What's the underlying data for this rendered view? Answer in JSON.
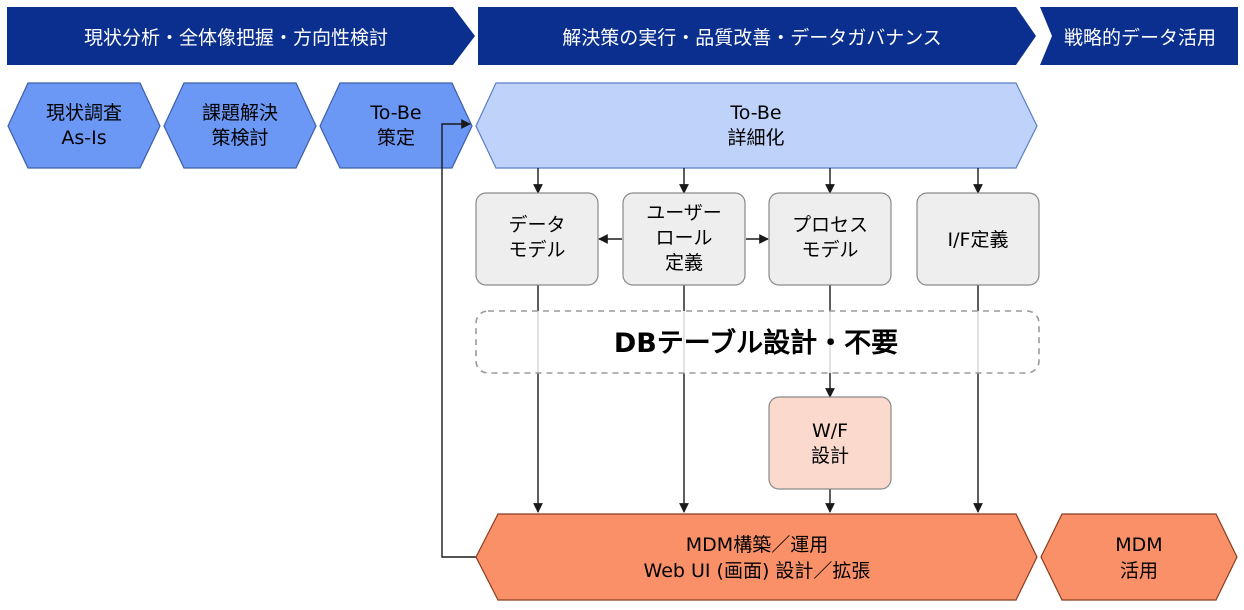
{
  "phases": [
    {
      "id": "phase-1",
      "label": "現状分析・全体像把握・方向性検討"
    },
    {
      "id": "phase-2",
      "label": "解決策の実行・品質改善・データガバナンス"
    },
    {
      "id": "phase-3",
      "label": "戦略的データ活用"
    }
  ],
  "steps": {
    "asis": [
      "現状調査",
      "As-Is"
    ],
    "kadai": [
      "課題解決",
      "策検討"
    ],
    "tobe": [
      "To-Be",
      "策定"
    ],
    "tobe_detail": [
      "To-Be",
      "詳細化"
    ]
  },
  "boxes": {
    "data_model": [
      "データ",
      "モデル"
    ],
    "user_role": [
      "ユーザー",
      "ロール",
      "定義"
    ],
    "process_model": [
      "プロセス",
      "モデル"
    ],
    "if_def": [
      "I/F定義"
    ],
    "wf": [
      "W/F",
      "設計"
    ]
  },
  "db_table": "DBテーブル設計・不要",
  "outputs": {
    "mdm_build": [
      "MDM構築／運用",
      "Web UI (画面) 設計／拡張"
    ],
    "mdm_use": [
      "MDM",
      "活用"
    ]
  },
  "colors": {
    "phase_bar": "#0b2f8f",
    "hex_dark": "#6b97f5",
    "hex_light": "#bfd3fa",
    "box_gray": "#eeeeee",
    "box_pink": "#fbd9cc",
    "hex_orange": "#fa9068",
    "line": "#1a1a1a"
  }
}
